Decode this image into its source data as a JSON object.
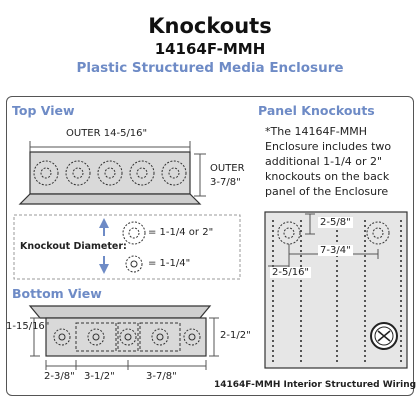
{
  "header": {
    "title": "Knockouts",
    "model": "14164F-MMH",
    "subtitle": "Plastic Structured Media Enclosure"
  },
  "top_view": {
    "heading": "Top View",
    "outer_width": "OUTER 14-5/16\"",
    "outer_depth_label": "OUTER",
    "outer_depth_value": "3-7/8\""
  },
  "knockout_legend": {
    "label": "Knockout Diameter:",
    "large": "= 1-1/4 or 2\"",
    "small": "= 1-1/4\""
  },
  "bottom_view": {
    "heading": "Bottom View",
    "dim_left_height": "1-15/16\"",
    "dim_right_height": "2-1/2\"",
    "dim_a": "2-3/8\"",
    "dim_b": "3-1/2\"",
    "dim_c": "3-7/8\""
  },
  "panel_knockouts": {
    "heading": "Panel Knockouts",
    "note": "*The 14164F-MMH Enclosure includes two additional 1-1/4 or 2\" knockouts on the back panel of the Enclosure",
    "dim_top": "2-5/8\"",
    "dim_mid": "7-3/4\"",
    "dim_left": "2-5/16\"",
    "caption": "14164F-MMH Interior Structured Wiring"
  },
  "colors": {
    "accent": "#6e8bc6",
    "outline": "#333333",
    "panel_fill": "#e6e6e6"
  }
}
